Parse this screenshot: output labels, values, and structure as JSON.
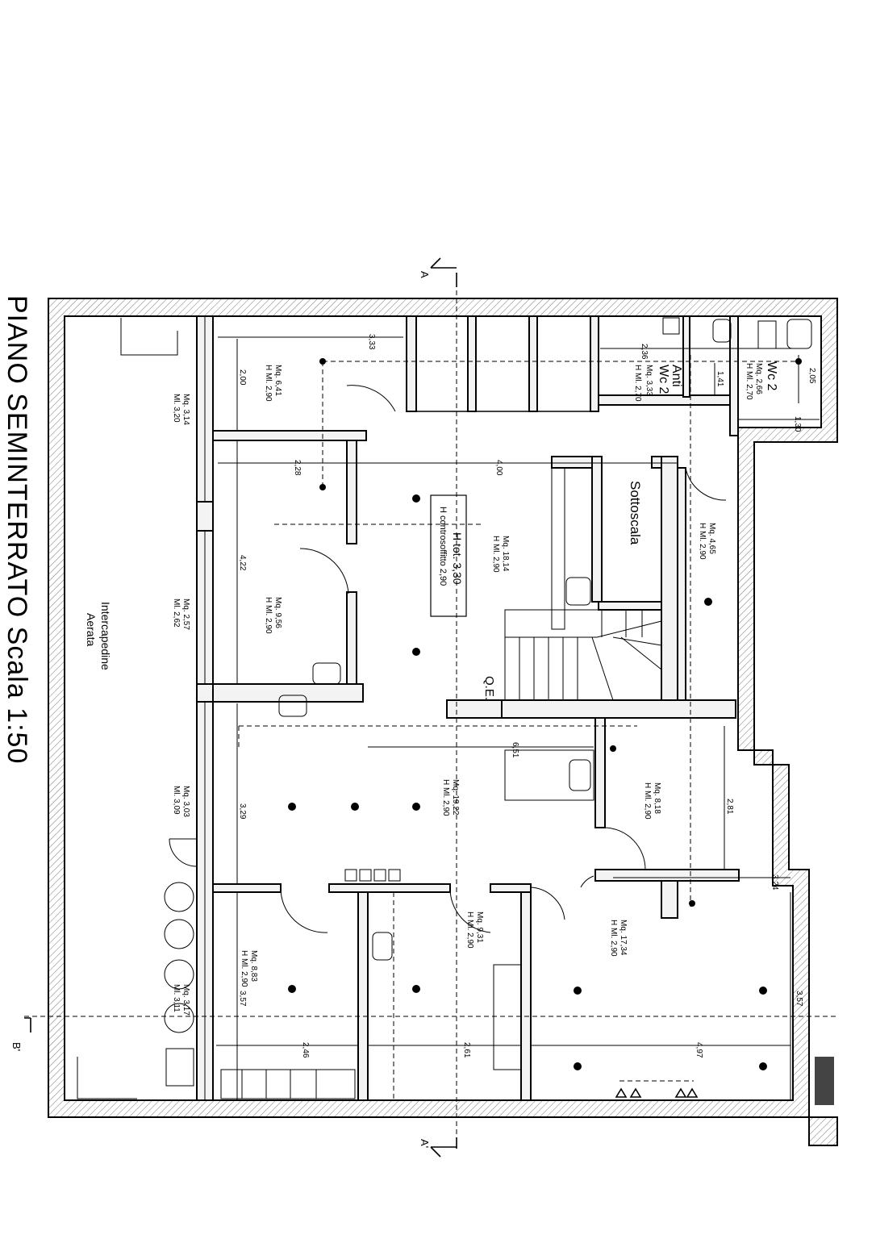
{
  "title": "PIANO SEMINTERRATO  Scala 1:50",
  "section_marks": {
    "a_top": "A",
    "a_bottom": "A'",
    "b_left": "B'"
  },
  "rooms": [
    {
      "id": "wc2",
      "name": "Wc 2",
      "mq": "Mq. 2,66",
      "h": "H Ml. 2,70"
    },
    {
      "id": "antiwc2",
      "name": "Anti",
      "name2": "Wc 2",
      "mq": "Mq. 3,33",
      "h": "H Ml. 2,70"
    },
    {
      "id": "corridor",
      "name": "",
      "mq": "Mq. 4,65",
      "h": "H Ml. 2,90"
    },
    {
      "id": "sottoscala",
      "name": "Sottoscala"
    },
    {
      "id": "room641",
      "mq": "Mq. 6,41",
      "h": "H Ml. 2,90"
    },
    {
      "id": "room1814",
      "mq": "Mq. 18,14",
      "h": "H Ml. 2,90",
      "box1": "H tot. 3,30",
      "box2": "H controsoffitto 2,90"
    },
    {
      "id": "room956",
      "mq": "Mq. 9,56",
      "h": "H Ml. 2,90"
    },
    {
      "id": "room1922",
      "mq": "Mq. 19,22",
      "h": "H Ml. 2,90"
    },
    {
      "id": "room818",
      "mq": "Mq. 8,18",
      "h": "H Ml. 2,90"
    },
    {
      "id": "room883",
      "mq": "Mq. 8,83",
      "h": "H Ml. 2,90"
    },
    {
      "id": "room931",
      "mq": "Mq. 9,31",
      "h": "H Ml. 2,90"
    },
    {
      "id": "room1734",
      "mq": "Mq. 17,34",
      "h": "H Ml. 2,90"
    },
    {
      "id": "intercapedine",
      "name": "Intercapedine",
      "name2": "Aerata"
    }
  ],
  "panel_label": "Q.E.",
  "window_labels": [
    {
      "mq": "Mq. 3,14",
      "ml": "Ml. 3,20"
    },
    {
      "mq": "Mq. 2,57",
      "ml": "Ml. 2,62"
    },
    {
      "mq": "Mq. 3,03",
      "ml": "Ml. 3,09"
    },
    {
      "mq": "Mq. 3,17",
      "ml": "Ml. 3,11"
    }
  ],
  "dimensions": [
    "3,33",
    "2,36",
    "2,05",
    "1,41",
    "1,30",
    "2,00",
    "2,28",
    "4,00",
    "4,22",
    "6,51",
    "3,29",
    "2,81",
    "3,24",
    "3,57",
    "3,57",
    "2,46",
    "2,61",
    "4,97"
  ]
}
